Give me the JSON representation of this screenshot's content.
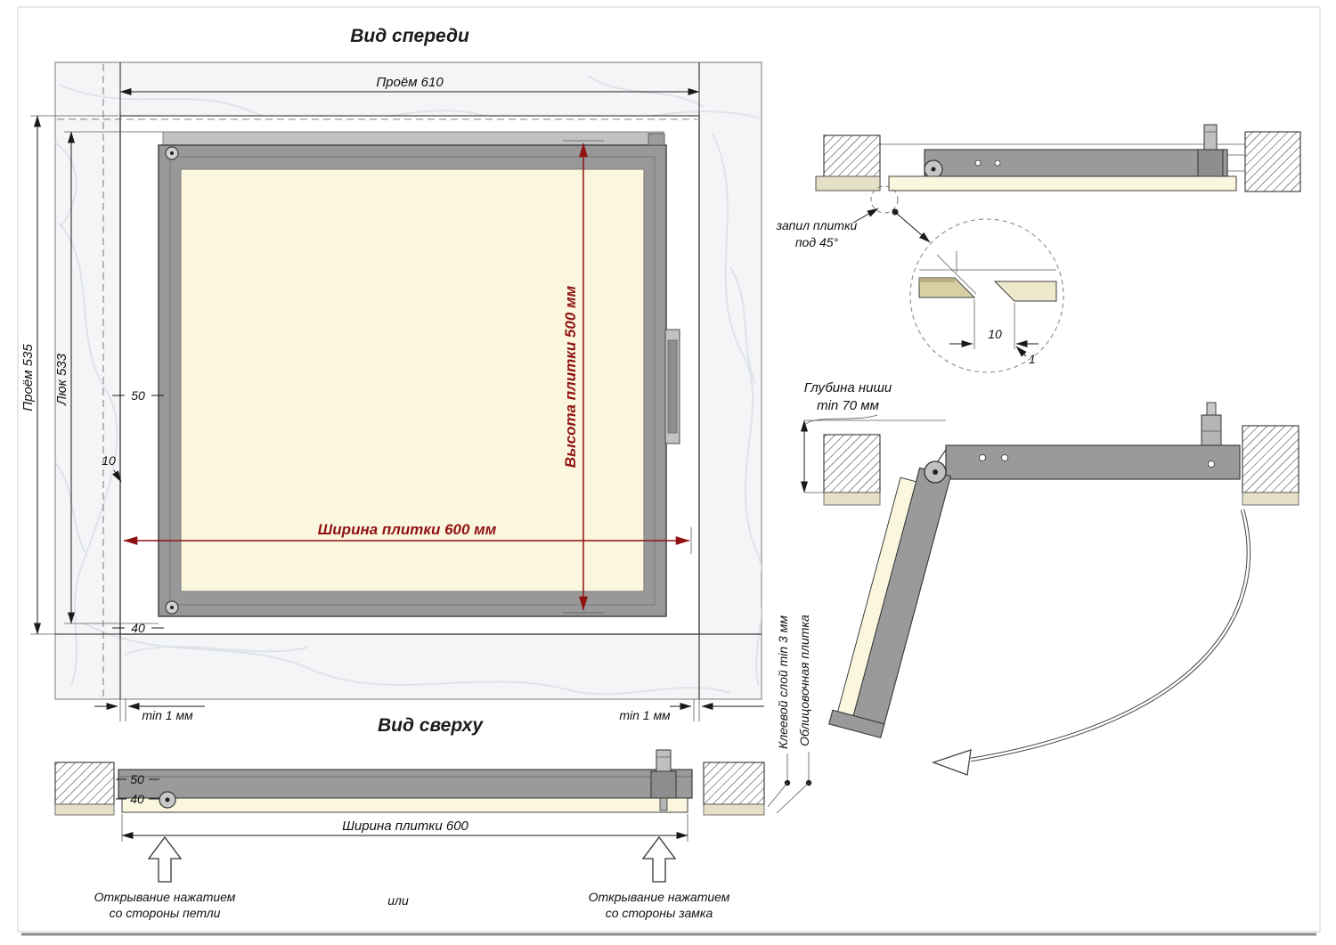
{
  "sheet": {
    "front_view": {
      "title": "Вид спереди",
      "dim_opening_width": "Проём 610",
      "dim_opening_height": "Проём 535",
      "dim_hatch_height": "Люк 533",
      "dim_flange_top": "50",
      "dim_reveal": "10",
      "dim_flange_bottom": "40",
      "dim_tile_height": "Высота плитки 500 мм",
      "dim_tile_width": "Ширина плитки 600 мм",
      "dim_min_gap_left": "min 1 мм",
      "dim_min_gap_right": "min 1 мм"
    },
    "top_view": {
      "title": "Вид сверху",
      "dim_frame": "50",
      "dim_tile": "40",
      "dim_tile_width": "Ширина плитки 600",
      "open_hinge_line1": "Открывание нажатием",
      "open_hinge_line2": "со стороны петли",
      "or_label": "или",
      "open_lock_line1": "Открывание нажатием",
      "open_lock_line2": "со стороны замка"
    },
    "section_closed": {
      "tile_cut_line1": "запил плитки",
      "tile_cut_line2": "под 45°",
      "detail_dim_gap": "10",
      "detail_dim_offset": "1"
    },
    "section_open": {
      "niche_depth_line1": "Глубина ниши",
      "niche_depth_line2": "min 70 мм"
    },
    "callouts": {
      "adhesive_layer": "Клеевой слой min 3 мм",
      "facing_tile": "Облицовочная плитка"
    },
    "colors": {
      "dimension_red": "#8f1212",
      "tile_cream": "#fbf7de",
      "frame_gray": "#9a9a9a",
      "wall_tile_beige": "#e6e0c8",
      "line_dark": "#3c3c3c"
    }
  }
}
